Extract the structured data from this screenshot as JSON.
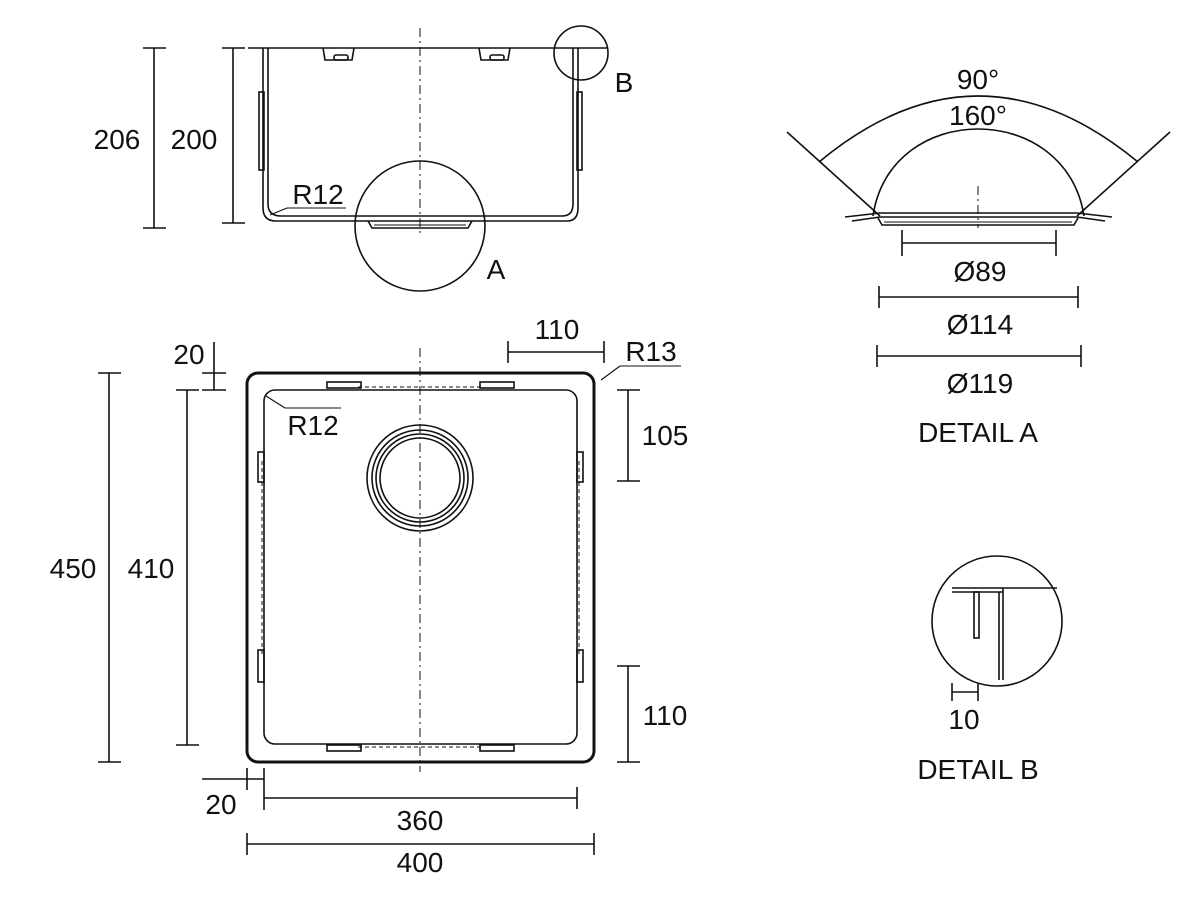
{
  "side_view": {
    "dim_overall_height": "206",
    "dim_bowl_height": "200",
    "dim_radius": "R12",
    "callout_a": "A",
    "callout_b": "B"
  },
  "top_view": {
    "dim_flange_top": "20",
    "dim_outer_length": "450",
    "dim_inner_length": "410",
    "dim_radius_inner": "R12",
    "dim_radius_outer": "R13",
    "dim_waste_offset_x": "110",
    "dim_waste_offset_y": "105",
    "dim_clip_offset": "110",
    "dim_flange_left": "20",
    "dim_inner_width": "360",
    "dim_outer_width": "400"
  },
  "detail_a": {
    "angle_outer": "90°",
    "angle_inner": "160°",
    "dim_d89": "Ø89",
    "dim_d114": "Ø114",
    "dim_d119": "Ø119",
    "title": "DETAIL A"
  },
  "detail_b": {
    "dim_flange": "10",
    "title": "DETAIL B"
  }
}
